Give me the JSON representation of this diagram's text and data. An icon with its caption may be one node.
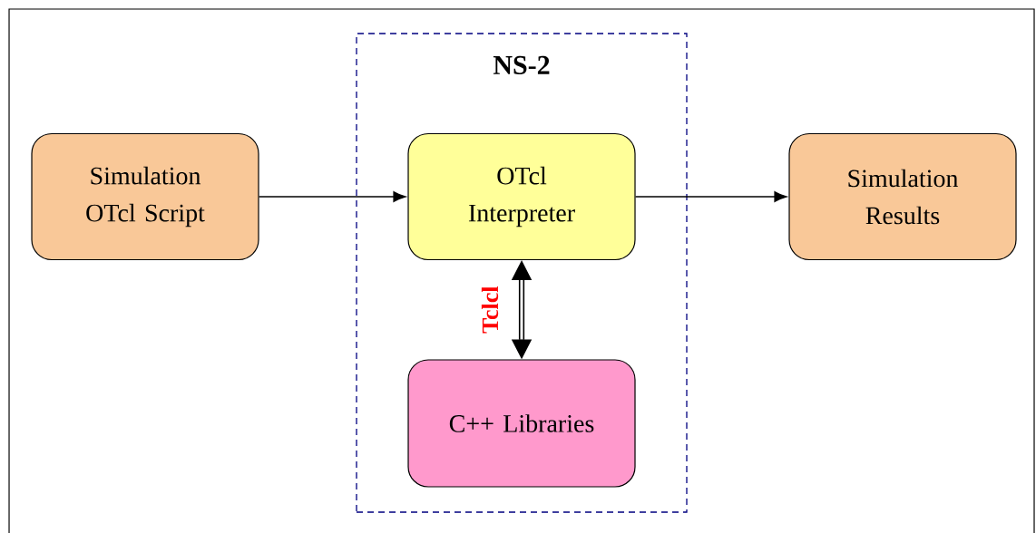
{
  "diagram": {
    "nodes": [
      {
        "text": [
          "Simulation OTcl Script"
        ]
      },
      {
        "text": [
          "NS-2"
        ]
      },
      {
        "text": [
          "OTcl Interpreter"
        ],
        "in": 1
      },
      {
        "text": [
          "C++ Libraries"
        ],
        "in": 1
      },
      {
        "text": [
          "Simulation Results"
        ]
      }
    ],
    "edges": [
      {
        "from": 0,
        "to": 2,
        "arrow": "to"
      },
      {
        "from": 2,
        "to": 4,
        "arrow": "to"
      },
      {
        "from": 2,
        "to": 3,
        "arrow": "both",
        "label": "Tclcl",
        "style": "thick"
      }
    ]
  }
}
